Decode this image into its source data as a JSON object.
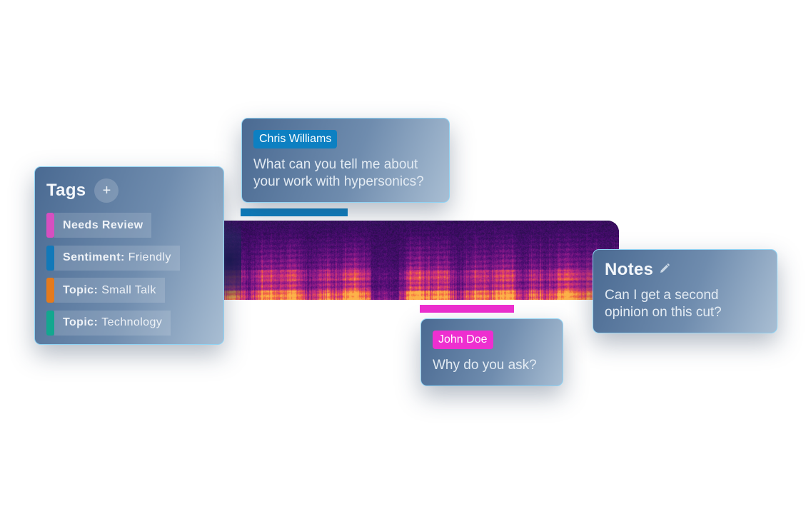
{
  "tags": {
    "title": "Tags",
    "add_label": "+",
    "items": [
      {
        "key": "Needs Review",
        "value": "",
        "color": "#d64fc0"
      },
      {
        "key": "Sentiment:",
        "value": "Friendly",
        "color": "#1279b9"
      },
      {
        "key": "Topic:",
        "value": "Small Talk",
        "color": "#e37a1e"
      },
      {
        "key": "Topic:",
        "value": "Technology",
        "color": "#13a78f"
      }
    ]
  },
  "transcript": {
    "chris": {
      "speaker": "Chris Williams",
      "text": "What can you tell me about your work with hypersonics?",
      "color": "#0d80c2"
    },
    "john": {
      "speaker": "John Doe",
      "text": "Why do you ask?",
      "color": "#ee2fd0"
    }
  },
  "notes": {
    "title": "Notes",
    "edit_icon": "pencil-icon",
    "text": "Can I get a second opinion on this cut?"
  },
  "spectrogram": {
    "colormap": "magma",
    "colors": [
      "#1d0f3f",
      "#4a0d72",
      "#8c1a8c",
      "#d1327a",
      "#f4673e",
      "#fdb249"
    ]
  }
}
